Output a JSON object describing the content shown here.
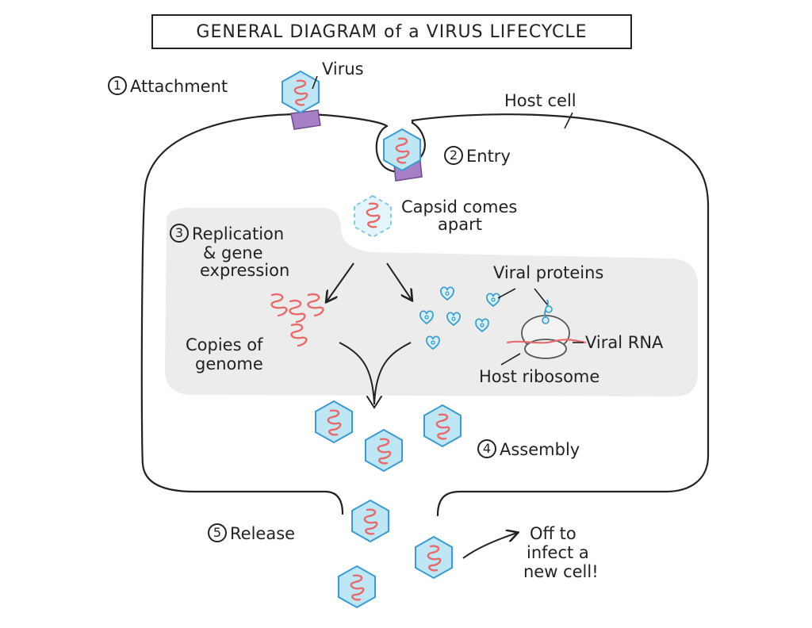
{
  "title": "GENERAL DIAGRAM of a VIRUS LIFECYCLE",
  "labels": {
    "virus": "Virus",
    "host_cell": "Host cell",
    "capsid_comes_apart": "Capsid comes apart",
    "capsid_line1": "Capsid comes",
    "capsid_line2": "apart",
    "viral_proteins": "Viral proteins",
    "viral_rna": "Viral RNA",
    "host_ribosome": "Host ribosome",
    "copies_of_genome_line1": "Copies of",
    "copies_of_genome_line2": "genome",
    "off_to_infect_line1": "Off to",
    "off_to_infect_line2": "infect a",
    "off_to_infect_line3": "new cell!"
  },
  "steps": [
    {
      "number": "1",
      "label": "Attachment"
    },
    {
      "number": "2",
      "label": "Entry"
    },
    {
      "number": "3",
      "label_line1": "Replication",
      "label_line2": "& gene",
      "label_line3": "expression"
    },
    {
      "number": "4",
      "label": "Assembly"
    },
    {
      "number": "5",
      "label": "Release"
    }
  ],
  "colors": {
    "capsid_fill": "#bfe6f5",
    "capsid_stroke": "#3a9ccf",
    "genome": "#e86a6a",
    "receptor": "#a77fc6",
    "cytoplasm_region": "#ececec",
    "outline": "#222222",
    "ribosome_fill": "#f2f2f2"
  },
  "icons": [
    "virus-particle-icon",
    "receptor-icon",
    "ribosome-icon",
    "viral-protein-icon",
    "rna-strand-icon"
  ]
}
